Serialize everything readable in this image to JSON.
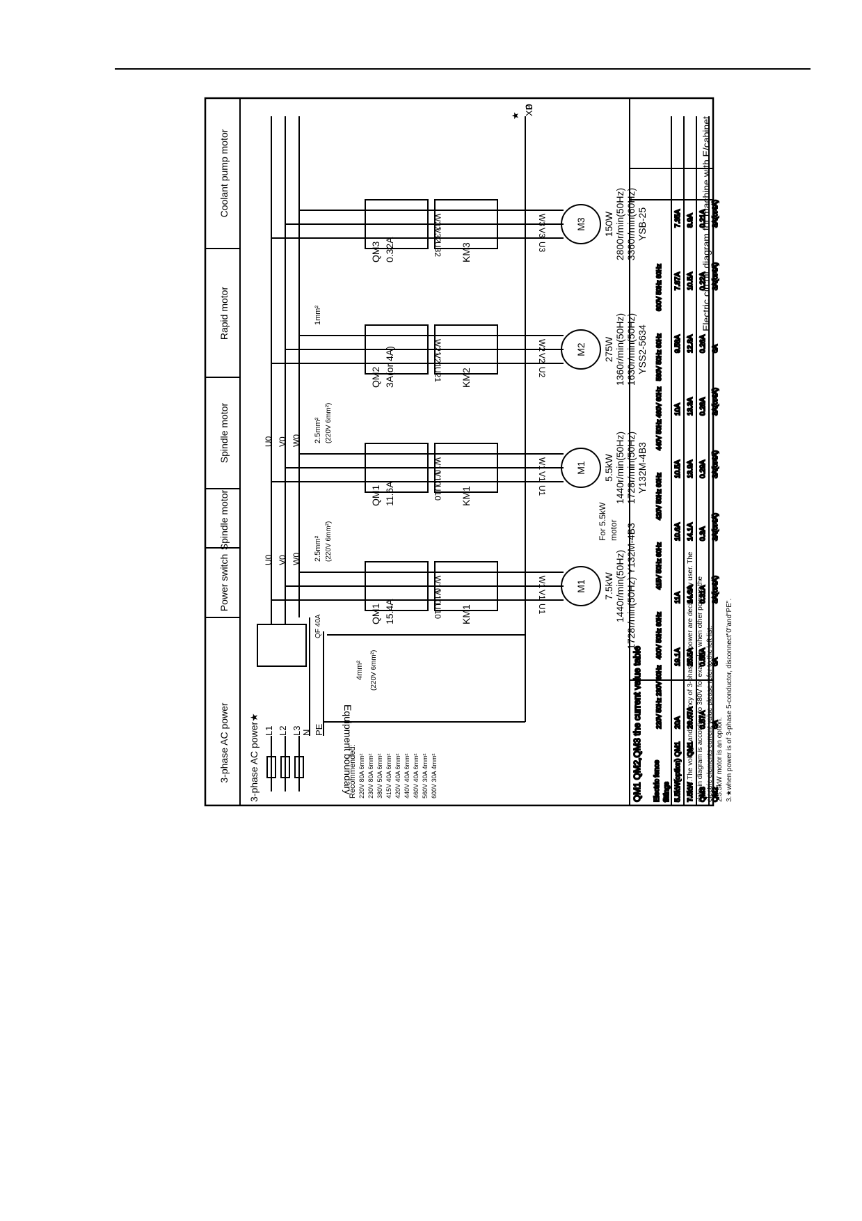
{
  "sections": [
    "3-phase AC power",
    "Power switch",
    "Spindle motor",
    "Spindle motor",
    "Rapid motor",
    "Coolant pump motor"
  ],
  "power": {
    "source_label": "3-phase AC power★",
    "phases": [
      "L1",
      "L2",
      "L3"
    ],
    "neutral": "N",
    "earth": "PE",
    "switch_label": "QF 40A",
    "main_wire": "4mm²",
    "main_wire_alt": "(220V 6mm²)",
    "boundary": "Equipment boundary",
    "recommended_title": "Recommended:",
    "recommended": [
      "220V 80A 6mm²",
      "230V 80A 6mm²",
      "380V 50A 6mm²",
      "415V 40A 6mm²",
      "420V 40A 6mm²",
      "440V 40A 6mm²",
      "460V 40A 6mm²",
      "560V 30A 4mm²",
      "600V 30A 4mm²"
    ]
  },
  "motors": [
    {
      "breaker": "QM1",
      "breaker_rating": "15.4A",
      "contactor": "KM1",
      "out_terms": [
        "U10",
        "V10",
        "W10"
      ],
      "motor_terms": [
        "U1",
        "V1",
        "W1"
      ],
      "motor": "M1",
      "bus": [
        "U0",
        "V0",
        "W0"
      ],
      "wire": "2.5mm²",
      "wire_alt": "(220V 6mm²)",
      "specs": [
        "7.5kW",
        "1440r/min(50Hz)",
        "1728r/min(50Hz)  Y132M-4B3"
      ]
    },
    {
      "breaker": "QM1",
      "breaker_rating": "11.6A",
      "contactor": "KM1",
      "out_terms": [
        "U10",
        "V10",
        "W10"
      ],
      "motor_terms": [
        "U1",
        "V1",
        "W1"
      ],
      "motor": "M1",
      "bus": [
        "U0",
        "V0",
        "W0"
      ],
      "wire": "2.5mm²",
      "wire_alt": "(220V 6mm²)",
      "option_note": [
        "For 5.5kW",
        "motor"
      ],
      "specs": [
        "5.5kW",
        "1440r/min(50Hz)",
        "1728r/min(50Hz)",
        "Y132M-4B3"
      ]
    },
    {
      "breaker": "QM2",
      "breaker_rating": "3A(or 4A)",
      "contactor": "KM2",
      "out_terms": [
        "U21",
        "V21",
        "W21"
      ],
      "motor_terms": [
        "U2",
        "V2",
        "W2"
      ],
      "motor": "M2",
      "wire": "1mm²",
      "specs": [
        "275W",
        "1360r/min(50Hz)",
        "1630r/min(50Hz)",
        "YSS2-5634"
      ]
    },
    {
      "breaker": "QM3",
      "breaker_rating": "0.32A",
      "contactor": "KM3",
      "out_terms": [
        "U32",
        "V32",
        "W32"
      ],
      "motor_terms": [
        "U3",
        "V3",
        "W3"
      ],
      "motor": "M3",
      "specs": [
        "150W",
        "2800r/min(50Hz)",
        "3360r/min(60Hz)",
        "YSB-25"
      ]
    }
  ],
  "terminal": {
    "block": "XB",
    "output": "0",
    "star": "★"
  },
  "table": {
    "title": "QM1 QM2,QM3 the current value table",
    "corner_top": "Electric fence",
    "corner_bottom": "fittings",
    "columns": [
      "220V 50Hz 230V 60Hz",
      "400V 50Hz 60Hz",
      "415V 50Hz 60Hz",
      "420V 50Hz 60Hz",
      "440V 50Hz 460V 60Hz",
      "560V 50Hz 60Hz",
      "600V 50Hz 60Hz"
    ],
    "rows": [
      {
        "group": "QM1",
        "label": "5.5kW(option)",
        "cells": [
          "20A",
          "19.1A",
          "11A",
          "10.6A",
          "10.5A",
          "10A",
          "9.58A",
          "7.87A",
          "7.35A"
        ]
      },
      {
        "group": "QM1",
        "label": "7.5kW",
        "cells": [
          "26.67A",
          "25.5A",
          "14.6A",
          "14.1A",
          "13.9A",
          "13.3A",
          "12.8A",
          "10.5A",
          "8.9A"
        ]
      },
      {
        "group": "",
        "label": "QM3",
        "cells": [
          "0.57A",
          "0.55A",
          "0.31A",
          "0.3A",
          "0.29A",
          "0.28A",
          "0.26A",
          "0.22A",
          "0.21A"
        ]
      },
      {
        "group": "",
        "label": "QM2",
        "cells": [
          "6A",
          "6A",
          "3A(or4A)",
          "3A(or4A)",
          "3A(or4A)",
          "3A(or4A)",
          "6A",
          "3A(or4A)",
          "3A(or4A)"
        ]
      }
    ]
  },
  "notes": [
    "Note:1.The voltage and frequency of 3-phase AC power are decided by user. The",
    "data in diagram is according to 380V for example, when other powers the",
    "electric elements current value please refer to the left list.",
    "2.5.5kW motor is an option.",
    "3.★when power is of 3-phase 5-conductor, disconnect\"0\"and\"PE\"."
  ],
  "caption": "Electric circuit diagram for machine with E/cabinet"
}
